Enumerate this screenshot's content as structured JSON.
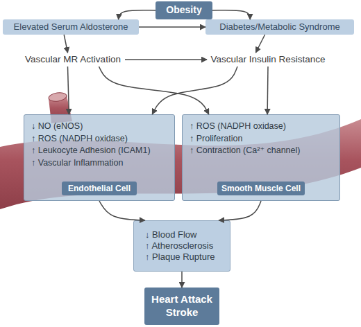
{
  "diagram": {
    "nodes": [
      {
        "text": [
          "Obesity"
        ]
      },
      {
        "text": [
          "Elevated Serum Aldosterone"
        ]
      },
      {
        "text": [
          "Diabetes/Metabolic Syndrome"
        ]
      },
      {
        "text": [
          "Vascular MR Activation"
        ]
      },
      {
        "text": [
          "Vascular Insulin Resistance"
        ]
      },
      {
        "text": [
          "↓ NO (eNOS)",
          "↑ ROS (NADPH oxidase)",
          "↑ Leukocyte Adhesion (ICAM1)",
          "↑ Vascular Inflammation"
        ]
      },
      {
        "text": [
          "Endothelial Cell"
        ],
        "in": 5
      },
      {
        "text": [
          "↑ ROS (NADPH oxidase)",
          "↑ Proliferation",
          "↑ Contraction (Ca²⁺ channel)"
        ]
      },
      {
        "text": [
          "Smooth Muscle Cell"
        ],
        "in": 7
      },
      {
        "text": [
          "↓ Blood Flow",
          "↑ Atherosclerosis",
          "↑ Plaque Rupture"
        ]
      },
      {
        "text": [
          "Heart Attack Stroke"
        ]
      }
    ],
    "edges": [
      {
        "from": 0,
        "to": 1,
        "arrow": "to"
      },
      {
        "from": 0,
        "to": 2,
        "arrow": "to"
      },
      {
        "from": 1,
        "to": 2,
        "arrow": "to"
      },
      {
        "from": 1,
        "to": 3,
        "arrow": "to"
      },
      {
        "from": 2,
        "to": 4,
        "arrow": "to"
      },
      {
        "from": 3,
        "to": 4,
        "arrow": "to"
      },
      {
        "from": 3,
        "to": 5,
        "arrow": "to"
      },
      {
        "from": 3,
        "to": 7,
        "arrow": "to"
      },
      {
        "from": 4,
        "to": 5,
        "arrow": "to"
      },
      {
        "from": 4,
        "to": 7,
        "arrow": "to"
      },
      {
        "from": 5,
        "to": 9,
        "arrow": "to"
      },
      {
        "from": 7,
        "to": 9,
        "arrow": "to"
      },
      {
        "from": 9,
        "to": 10,
        "arrow": "to"
      }
    ]
  }
}
